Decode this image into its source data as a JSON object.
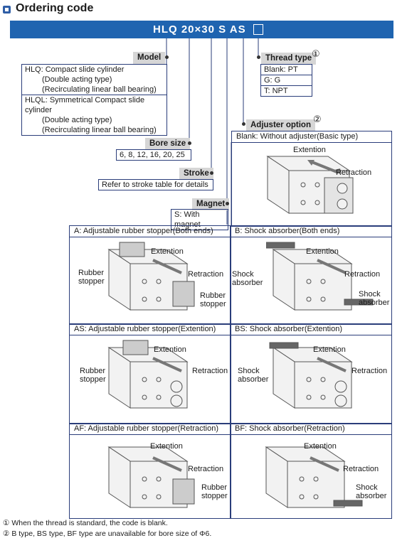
{
  "title": "Ordering code",
  "code": {
    "text": "HLQ  20×30 S AS"
  },
  "model": {
    "label": "Model",
    "options": [
      {
        "lines": [
          "HLQ: Compact slide cylinder",
          "(Double acting type)",
          "(Recirculating linear ball bearing)"
        ]
      },
      {
        "lines": [
          "HLQL: Symmetrical Compact slide cylinder",
          "(Double acting type)",
          "(Recirculating linear ball bearing)"
        ]
      }
    ]
  },
  "bore_size": {
    "label": "Bore size",
    "value": "6, 8, 12, 16, 20, 25"
  },
  "stroke": {
    "label": "Stroke",
    "value": "Refer to stroke table for details"
  },
  "magnet": {
    "label": "Magnet",
    "value": "S: With magnet"
  },
  "thread_type": {
    "label": "Thread type",
    "note_mark": "①",
    "options": [
      "Blank: PT",
      "G: G",
      "T: NPT"
    ]
  },
  "adjuster_option": {
    "label": "Adjuster option",
    "note_mark": "②",
    "basic": {
      "title": "Blank: Without adjuster(Basic type)",
      "extention": "Extention",
      "retraction": "Retraction"
    },
    "variants": [
      {
        "title": "A: Adjustable rubber stopper(Both ends)",
        "extention": "Extention",
        "retraction": "Retraction",
        "left_label": [
          "Rubber",
          "stopper"
        ],
        "right_label": [
          "Rubber",
          "stopper"
        ]
      },
      {
        "title": "B: Shock absorber(Both ends)",
        "extention": "Extention",
        "retraction": "Retraction",
        "left_label": [
          "Shock",
          "absorber"
        ],
        "right_label": [
          "Shock",
          "absorber"
        ]
      },
      {
        "title": "AS: Adjustable rubber stopper(Extention)",
        "extention": "Extention",
        "retraction": "Retraction",
        "left_label": [
          "Rubber",
          "stopper"
        ],
        "right_label": []
      },
      {
        "title": "BS: Shock absorber(Extention)",
        "extention": "Extention",
        "retraction": "Retraction",
        "left_label": [
          "Shock",
          "absorber"
        ],
        "right_label": []
      },
      {
        "title": "AF: Adjustable rubber stopper(Retraction)",
        "extention": "Extention",
        "retraction": "Retraction",
        "left_label": [],
        "right_label": [
          "Rubber",
          "stopper"
        ]
      },
      {
        "title": "BF: Shock absorber(Retraction)",
        "extention": "Extention",
        "retraction": "Retraction",
        "left_label": [],
        "right_label": [
          "Shock",
          "absorber"
        ]
      }
    ]
  },
  "footnotes": [
    "① When the thread is standard, the code is blank.",
    "② B type, BS type, BF type are unavailable for bore size of  Φ6."
  ],
  "colors": {
    "header_bar": "#1f64b0",
    "label_bg": "#d6d6d6",
    "border": "#2a3d7a"
  }
}
